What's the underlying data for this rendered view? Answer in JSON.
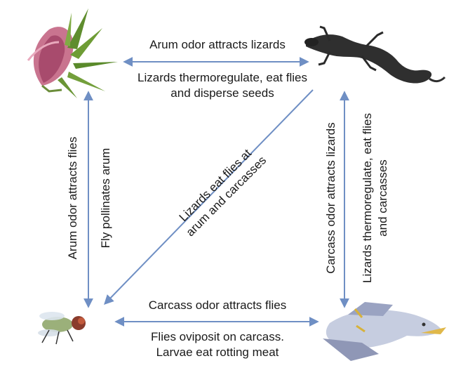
{
  "nodes": {
    "arum": {
      "icon": "arum-plant-icon"
    },
    "lizard": {
      "icon": "lizard-icon"
    },
    "fly": {
      "icon": "fly-icon"
    },
    "carcass": {
      "icon": "bird-carcass-icon"
    }
  },
  "edges": {
    "arum_to_lizard_top": "Arum odor attracts lizards",
    "lizard_to_arum_bottom": [
      "Lizards thermoregulate, eat flies",
      "and disperse seeds"
    ],
    "arum_attracts_flies": "Arum odor attracts flies",
    "fly_pollinates": "Fly pollinates arum",
    "diagonal": [
      "Lizards eat flies at",
      "arum and carcasses"
    ],
    "carcass_attracts_lizards": "Carcass odor attracts lizards",
    "lizards_at_carcass": [
      "Lizards  thermoregulate, eat flies",
      "and carcasses"
    ],
    "carcass_attracts_flies": "Carcass odor attracts flies",
    "flies_oviposit": [
      "Flies oviposit on carcass.",
      "Larvae eat rotting meat"
    ]
  },
  "colors": {
    "arrow": "#6f8fc4",
    "text": "#1a1a1a"
  }
}
